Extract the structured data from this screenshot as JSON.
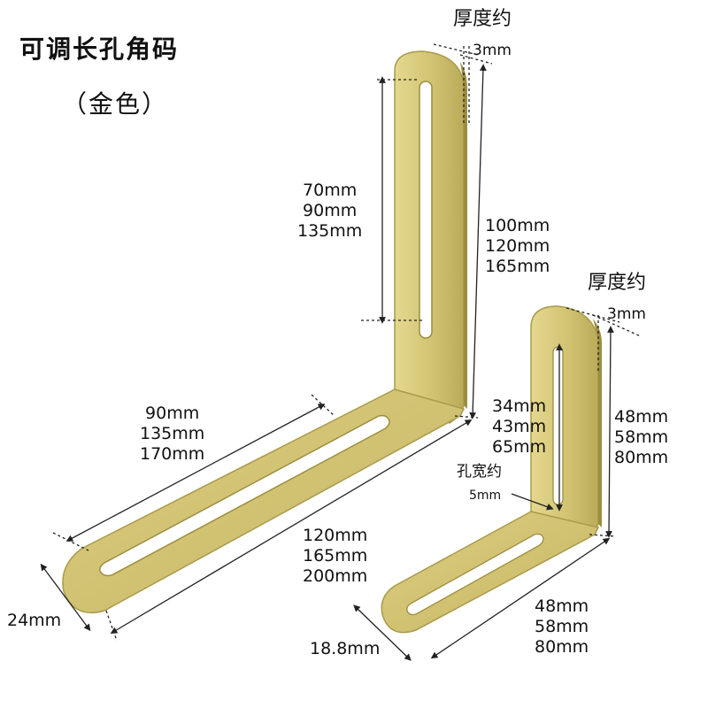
{
  "title": "可调长孔角码",
  "subtitle": "（金色）",
  "colors": {
    "brass": "#d2c477",
    "brass_dark": "#a89a4a",
    "line": "#222222"
  },
  "large_bracket": {
    "thickness_label": "厚度约",
    "thickness_value": "3mm",
    "slot_vertical": [
      "70mm",
      "90mm",
      "135mm"
    ],
    "height": [
      "100mm",
      "120mm",
      "165mm"
    ],
    "slot_horizontal": [
      "90mm",
      "135mm",
      "170mm"
    ],
    "length": [
      "120mm",
      "165mm",
      "200mm"
    ],
    "width": "24mm"
  },
  "small_bracket": {
    "thickness_label": "厚度约",
    "thickness_value": "3mm",
    "slot_vertical": [
      "34mm",
      "43mm",
      "65mm"
    ],
    "slot_width_label": "孔宽约",
    "slot_width_value": "5mm",
    "height": [
      "48mm",
      "58mm",
      "80mm"
    ],
    "length": [
      "48mm",
      "58mm",
      "80mm"
    ],
    "width": "18.8mm"
  }
}
